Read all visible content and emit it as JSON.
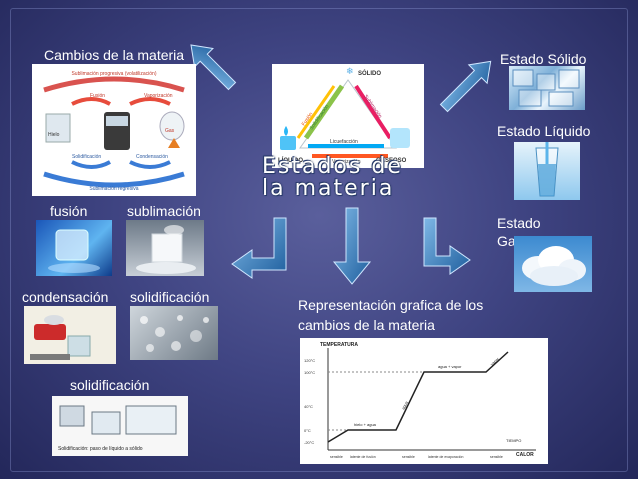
{
  "slide": {
    "title": "Estados de la materia",
    "labels": {
      "cambios": "Cambios de la materia",
      "solido": "Estado Sólido",
      "liquido": "Estado Líquido",
      "gaseoso": "Estado Gaseoso",
      "fusion": "fusión",
      "sublimacion": "sublimación",
      "condensacion": "condensación",
      "solidificacion_top": "solidificación",
      "solidificacion_bottom": "solidificación",
      "representacion": "Representación grafica de los cambios de la materia"
    },
    "triangle": {
      "solido": "SÓLIDO",
      "liquido": "LÍQUIDO",
      "gaseoso": "GASEOSO",
      "licuefaccion": "Licuefacción",
      "vaporizacion": "Vaporización",
      "solidificacion": "Solidificación",
      "fusion": "Fusión",
      "sublimacion": "Sublimación"
    },
    "cycle": {
      "top": "Sublimación progresiva (volatilización)",
      "fusion": "Fusión",
      "vaporizacion": "Vaporización",
      "hielo": "Hielo",
      "gas": "Gas",
      "solidificacion": "Solidificación",
      "condensacion": "Condensación",
      "bottom": "Sublimación regresiva"
    },
    "graph": {
      "title": "TEMPERATURA",
      "y_ticks": [
        "120°C",
        "100°C",
        "40°C",
        "0°C",
        "-20°C"
      ],
      "segments": [
        "hielo + agua",
        "agua",
        "agua + vapor",
        "vapor"
      ],
      "x_axis": "CALOR",
      "x_note": "TIEMPO",
      "bottom": [
        "sensible",
        "latente de fusión",
        "sensible",
        "latente de evaporación",
        "sensible"
      ]
    },
    "solid_caption": "Solidificación: paso de líquido a sólido",
    "colors": {
      "background": "#3f4482",
      "arrow": "#2f7fbf"
    }
  }
}
